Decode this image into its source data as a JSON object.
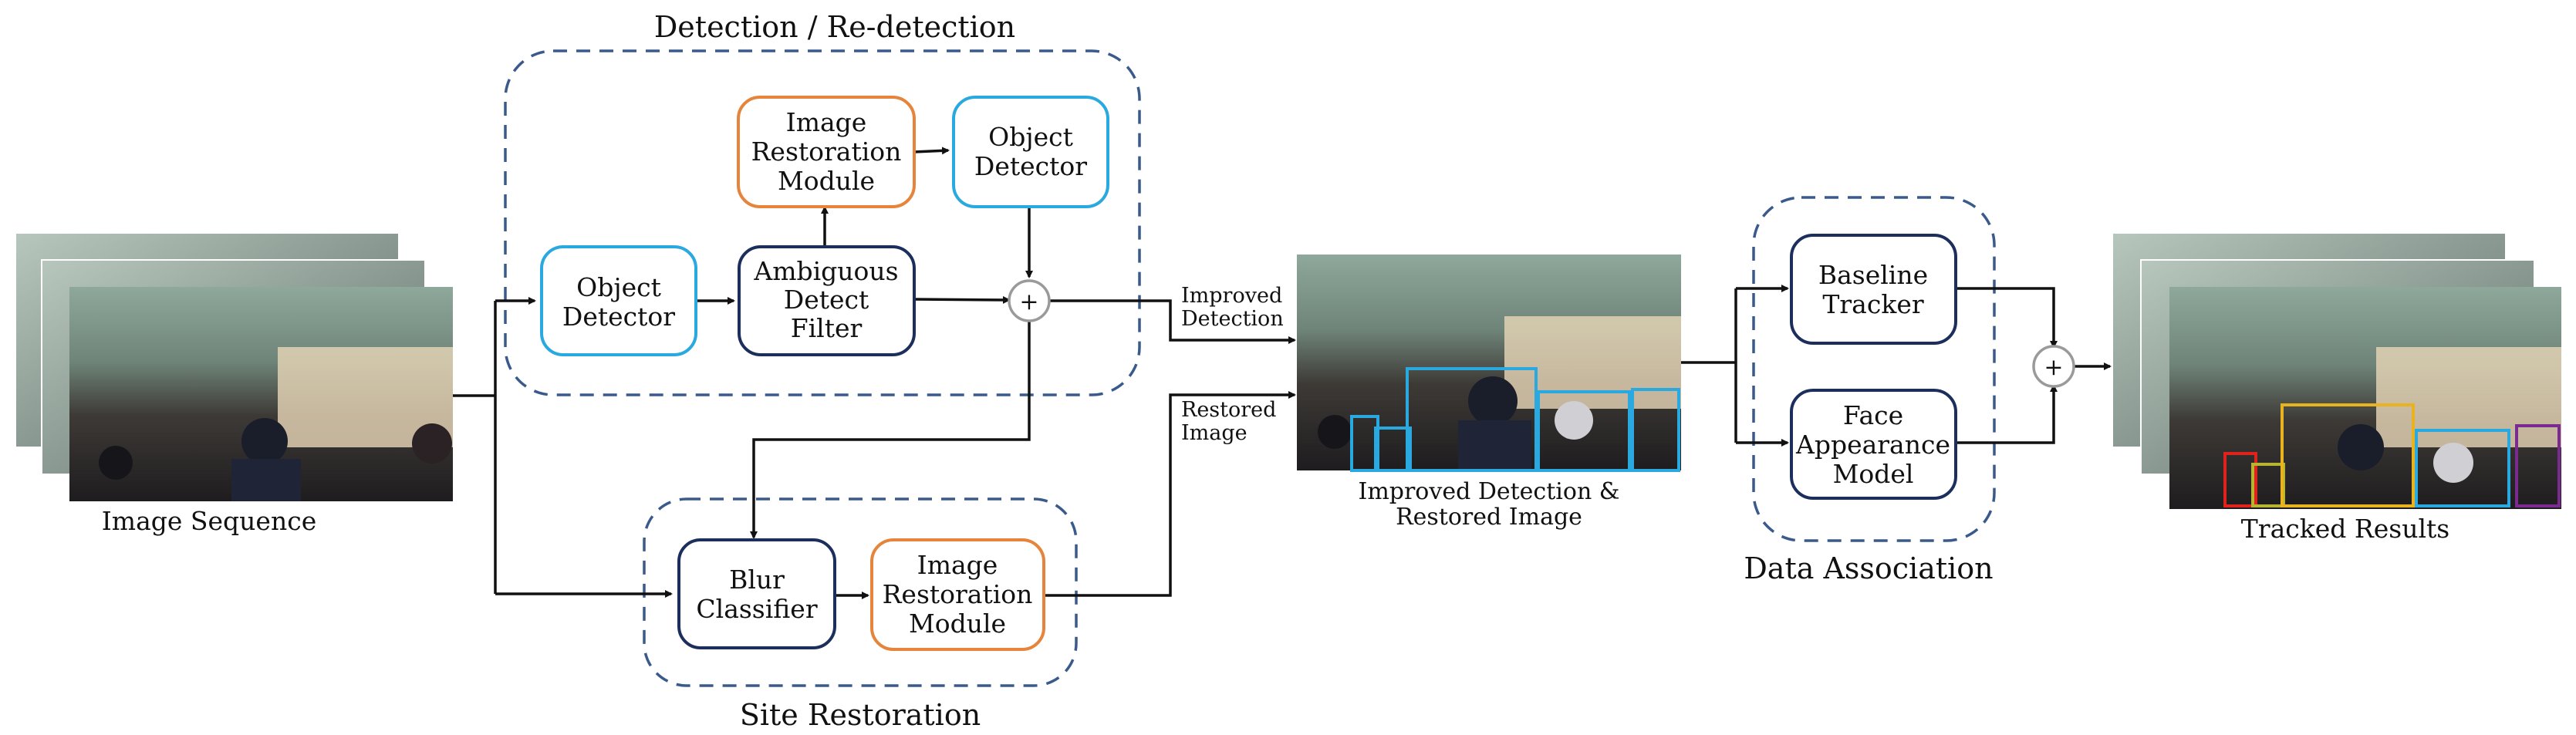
{
  "groups": {
    "detection": "Detection / Re-detection",
    "site_restoration": "Site Restoration",
    "data_association": "Data Association"
  },
  "nodes": {
    "object_detector_1": [
      "Object",
      "Detector"
    ],
    "ambiguous_filter": [
      "Ambiguous",
      "Detect",
      "Filter"
    ],
    "restoration_1": [
      "Image",
      "Restoration",
      "Module"
    ],
    "object_detector_2": [
      "Object",
      "Detector"
    ],
    "blur_classifier": [
      "Blur",
      "Classifier"
    ],
    "restoration_2": [
      "Image",
      "Restoration",
      "Module"
    ],
    "baseline_tracker": [
      "Baseline",
      "Tracker"
    ],
    "face_model": [
      "Face",
      "Appearance",
      "Model"
    ]
  },
  "labels": {
    "image_sequence": "Image Sequence",
    "improved_detection": [
      "Improved",
      "Detection"
    ],
    "restored_image": [
      "Restored",
      "Image"
    ],
    "improved_caption": [
      "Improved Detection &",
      "Restored Image"
    ],
    "tracked_results": "Tracked Results",
    "plus": "+"
  },
  "colors": {
    "detector": "#29a9df",
    "restoration": "#e5843a",
    "module": "#1c2f5c",
    "group_border": "#3a5a8c"
  }
}
